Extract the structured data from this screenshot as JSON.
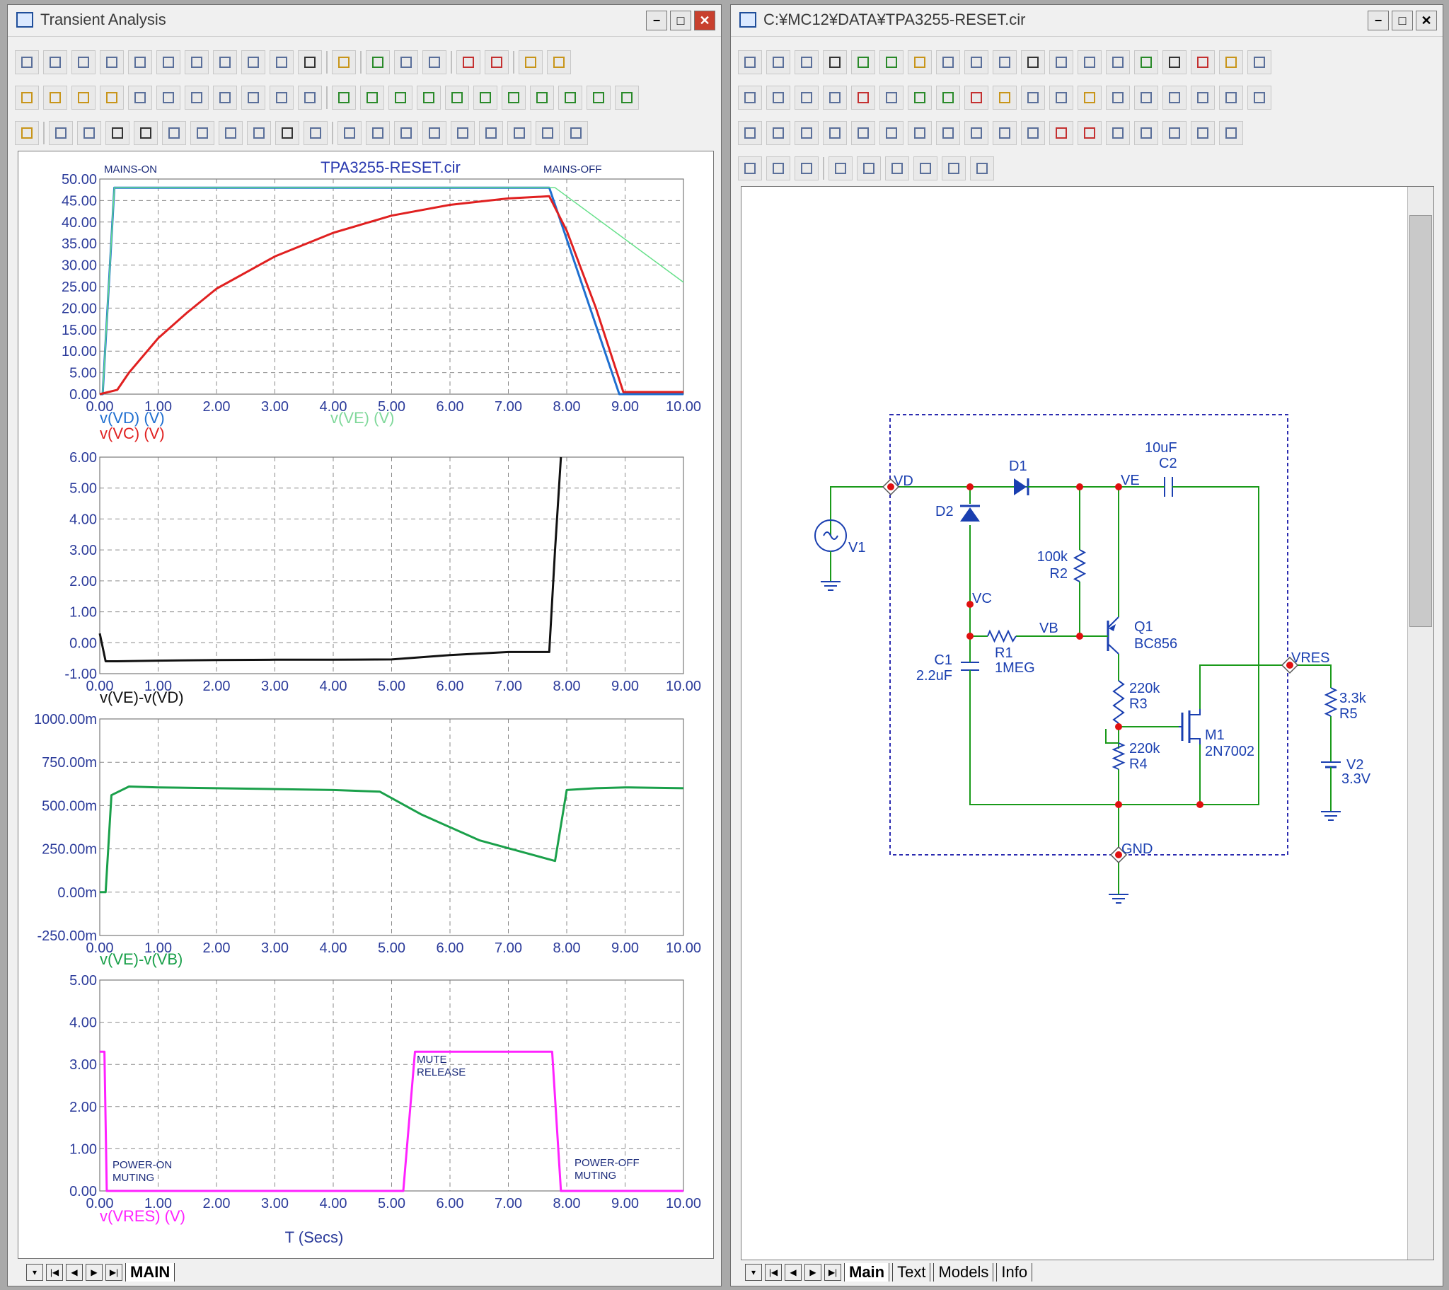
{
  "transient_window": {
    "title": "Transient Analysis",
    "tabs": [
      "MAIN"
    ],
    "active_tab": "MAIN"
  },
  "schematic_window": {
    "title": "C:¥MC12¥DATA¥TPA3255-RESET.cir",
    "tabs": [
      "Main",
      "Text",
      "Models",
      "Info"
    ],
    "active_tab": "Main"
  },
  "window_buttons": {
    "minimize": "−",
    "maximize": "□",
    "close": "✕"
  },
  "chart_data": [
    {
      "type": "line",
      "title": "TPA3255-RESET.cir",
      "annotations": [
        "MAINS-ON",
        "MAINS-OFF"
      ],
      "xlim": [
        0,
        10
      ],
      "ylim": [
        0,
        50
      ],
      "x_ticks": [
        "0.00",
        "1.00",
        "2.00",
        "3.00",
        "4.00",
        "5.00",
        "6.00",
        "7.00",
        "8.00",
        "9.00",
        "10.00"
      ],
      "y_ticks": [
        "0.00",
        "5.00",
        "10.00",
        "15.00",
        "20.00",
        "25.00",
        "30.00",
        "35.00",
        "40.00",
        "45.00",
        "50.00"
      ],
      "grid": true,
      "series": [
        {
          "name": "v(VD) (V)",
          "color": "#1f6fd0",
          "x": [
            0,
            0.05,
            0.25,
            7.7,
            8.9,
            10
          ],
          "y": [
            0,
            0,
            48,
            48,
            0,
            0
          ]
        },
        {
          "name": "v(VE) (V)",
          "color": "#66e08a",
          "x": [
            0,
            0.05,
            0.25,
            7.8,
            10
          ],
          "y": [
            0,
            0,
            48,
            48,
            26
          ]
        },
        {
          "name": "v(VC) (V)",
          "color": "#e02020",
          "x": [
            0,
            0.3,
            0.5,
            1,
            1.5,
            2,
            3,
            4,
            5,
            6,
            7,
            7.7,
            8.0,
            8.5,
            8.97,
            10
          ],
          "y": [
            0,
            1,
            5,
            13,
            19,
            24.5,
            32,
            37.5,
            41.5,
            44,
            45.5,
            46,
            38,
            20,
            0.5,
            0.5
          ]
        }
      ]
    },
    {
      "type": "line",
      "xlim": [
        0,
        10
      ],
      "ylim": [
        -1,
        6
      ],
      "x_ticks": [
        "0.00",
        "1.00",
        "2.00",
        "3.00",
        "4.00",
        "5.00",
        "6.00",
        "7.00",
        "8.00",
        "9.00",
        "10.00"
      ],
      "y_ticks": [
        "-1.00",
        "0.00",
        "1.00",
        "2.00",
        "3.00",
        "4.00",
        "5.00",
        "6.00"
      ],
      "grid": true,
      "series": [
        {
          "name": "v(VE)-v(VD)",
          "color": "#111111",
          "x": [
            0,
            0.1,
            0.3,
            1,
            2,
            3,
            4,
            5,
            6,
            7,
            7.7,
            7.8,
            7.9
          ],
          "y": [
            0.3,
            -0.6,
            -0.6,
            -0.58,
            -0.56,
            -0.55,
            -0.55,
            -0.54,
            -0.4,
            -0.3,
            -0.3,
            3,
            6
          ]
        }
      ]
    },
    {
      "type": "line",
      "xlim": [
        0,
        10
      ],
      "ylim": [
        -250,
        1000
      ],
      "x_ticks": [
        "0.00",
        "1.00",
        "2.00",
        "3.00",
        "4.00",
        "5.00",
        "6.00",
        "7.00",
        "8.00",
        "9.00",
        "10.00"
      ],
      "y_ticks": [
        "-250.00m",
        "0.00m",
        "250.00m",
        "500.00m",
        "750.00m",
        "1000.00m"
      ],
      "grid": true,
      "series": [
        {
          "name": "v(VE)-v(VB)",
          "color": "#1aa04a",
          "x": [
            0,
            0.1,
            0.2,
            0.5,
            1,
            2,
            3,
            4,
            4.8,
            5.5,
            6.5,
            7.8,
            8.0,
            8.5,
            9,
            10
          ],
          "y": [
            0,
            0,
            560,
            610,
            605,
            600,
            595,
            590,
            580,
            450,
            300,
            180,
            590,
            600,
            605,
            600
          ]
        }
      ]
    },
    {
      "type": "line",
      "xlim": [
        0,
        10
      ],
      "ylim": [
        0,
        5
      ],
      "x_ticks": [
        "0.00",
        "1.00",
        "2.00",
        "3.00",
        "4.00",
        "5.00",
        "6.00",
        "7.00",
        "8.00",
        "9.00",
        "10.00"
      ],
      "y_ticks": [
        "0.00",
        "1.00",
        "2.00",
        "3.00",
        "4.00",
        "5.00"
      ],
      "grid": true,
      "xlabel": "T (Secs)",
      "annotations": [
        "POWER-ON",
        "MUTING",
        "MUTE",
        "RELEASE",
        "POWER-OFF",
        "MUTING"
      ],
      "series": [
        {
          "name": "v(VRES) (V)",
          "color": "#ff22ff",
          "x": [
            0,
            0.08,
            0.12,
            5.2,
            5.4,
            7.75,
            7.9,
            10
          ],
          "y": [
            3.3,
            3.3,
            0,
            0,
            3.3,
            3.3,
            0,
            0
          ]
        }
      ]
    }
  ],
  "schematic": {
    "nodes": [
      "VD",
      "VE",
      "VC",
      "VB",
      "VRES",
      "GND"
    ],
    "components": [
      {
        "ref": "D1",
        "value": ""
      },
      {
        "ref": "D2",
        "value": ""
      },
      {
        "ref": "C2",
        "value": "10uF"
      },
      {
        "ref": "R2",
        "value": "100k"
      },
      {
        "ref": "V1",
        "value": ""
      },
      {
        "ref": "R1",
        "value": "1MEG"
      },
      {
        "ref": "C1",
        "value": "2.2uF"
      },
      {
        "ref": "Q1",
        "value": "BC856"
      },
      {
        "ref": "R3",
        "value": "220k"
      },
      {
        "ref": "R4",
        "value": "220k"
      },
      {
        "ref": "M1",
        "value": "2N7002"
      },
      {
        "ref": "R5",
        "value": "3.3k"
      },
      {
        "ref": "V2",
        "value": "3.3V"
      }
    ],
    "colors": {
      "wire": "#1a9a1a",
      "component": "#1a3fb0",
      "node": "#e01010",
      "box": "#2b2bb0"
    }
  }
}
